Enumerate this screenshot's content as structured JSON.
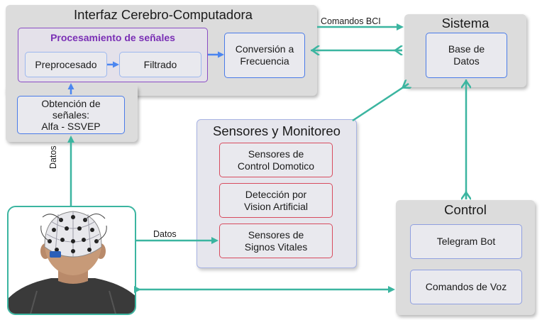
{
  "interfaz": {
    "title": "Interfaz Cerebro-Computadora",
    "procesamiento": {
      "title": "Procesamiento de señales",
      "preprocesado": "Preprocesado",
      "filtrado": "Filtrado"
    },
    "conversion": "Conversión a\nFrecuencia",
    "obtencion": "Obtención de\nseñales:\nAlfa - SSVEP"
  },
  "sistema": {
    "title": "Sistema",
    "base_datos": "Base de\nDatos"
  },
  "sensores": {
    "title": "Sensores y Monitoreo",
    "domotico": "Sensores de\nControl Domotico",
    "vision": "Detección por\nVision Artificial",
    "vitales": "Sensores de\nSignos Vitales"
  },
  "control": {
    "title": "Control",
    "telegram": "Telegram Bot",
    "voz": "Comandos de Voz"
  },
  "edge_labels": {
    "comandos_bci": "Comandos BCI",
    "datos_vertical": "Datos",
    "datos_horizontal": "Datos"
  },
  "colors": {
    "teal": "#3bb5a0",
    "blue_arrow": "#4b86f0",
    "purple": "#7a2fb5",
    "panel_gray": "#dcdcdc",
    "sensores_bg": "#e6e6ed"
  },
  "icons": {
    "user_photo": "person-with-eeg-cap"
  }
}
